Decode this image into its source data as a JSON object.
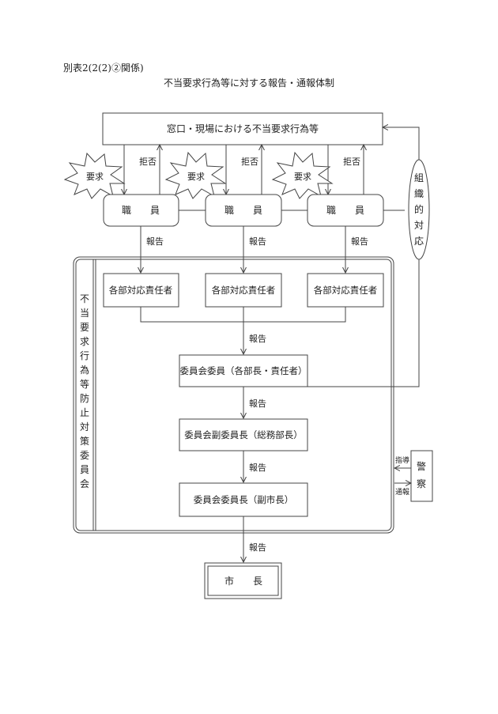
{
  "doc": {
    "reference": "別表2(2(2)②関係)",
    "title": "不当要求行為等に対する報告・通報体制"
  },
  "top_box": "窓口・現場における不当要求行為等",
  "labels": {
    "demand": "要求",
    "refusal": "拒否",
    "report": "報告",
    "staff": "職　　員",
    "officer": "各部対応責任者",
    "org_response": [
      "組",
      "織",
      "的",
      "対",
      "応"
    ],
    "committee": [
      "不",
      "当",
      "要",
      "求",
      "行",
      "為",
      "等",
      "防",
      "止",
      "対",
      "策",
      "委",
      "員",
      "会"
    ],
    "member": "委員会委員（各部長・責任者）",
    "vice_chair": "委員会副委員長（総務部長）",
    "chair": "委員会委員長（副市長）",
    "mayor": "市　　長",
    "police": [
      "警",
      "察"
    ],
    "guidance": "指導",
    "notification": "通報"
  }
}
